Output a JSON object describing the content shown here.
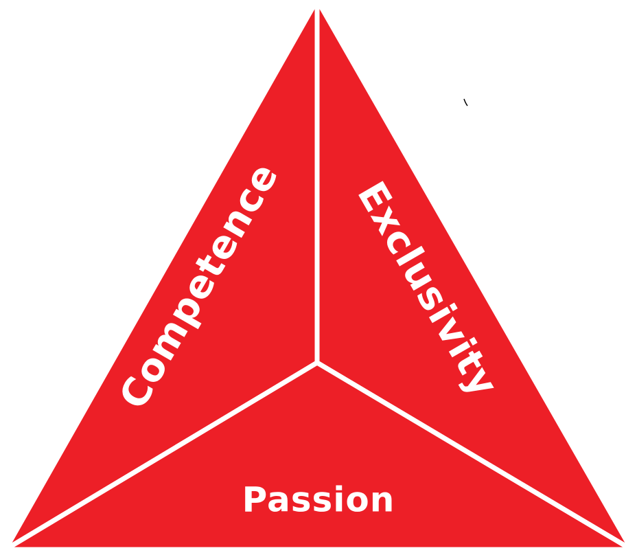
{
  "diagram": {
    "colors": {
      "fill": "#ed1f27",
      "divider": "#ffffff",
      "text": "#ffffff"
    },
    "segments": {
      "left": {
        "label": "Competence"
      },
      "right": {
        "label": "Exclusivity"
      },
      "bottom": {
        "label": "Passion"
      }
    }
  }
}
